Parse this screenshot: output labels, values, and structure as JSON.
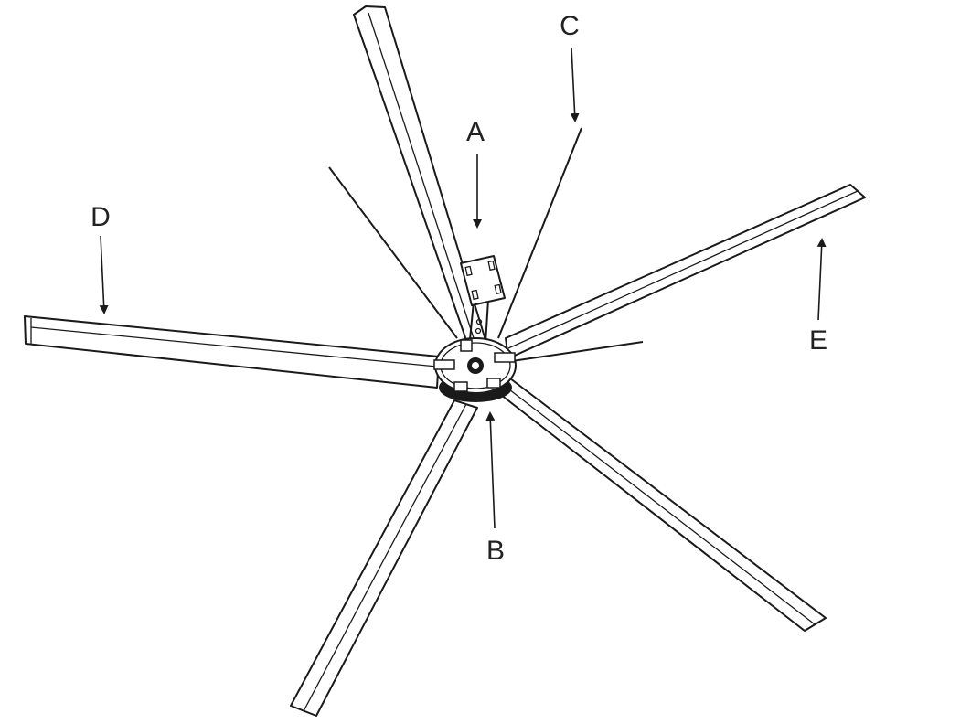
{
  "labels": {
    "a": "A",
    "b": "B",
    "c": "C",
    "d": "D",
    "e": "E"
  },
  "colors": {
    "line": "#1a1a1a",
    "background": "#ffffff",
    "label": "#222222"
  }
}
